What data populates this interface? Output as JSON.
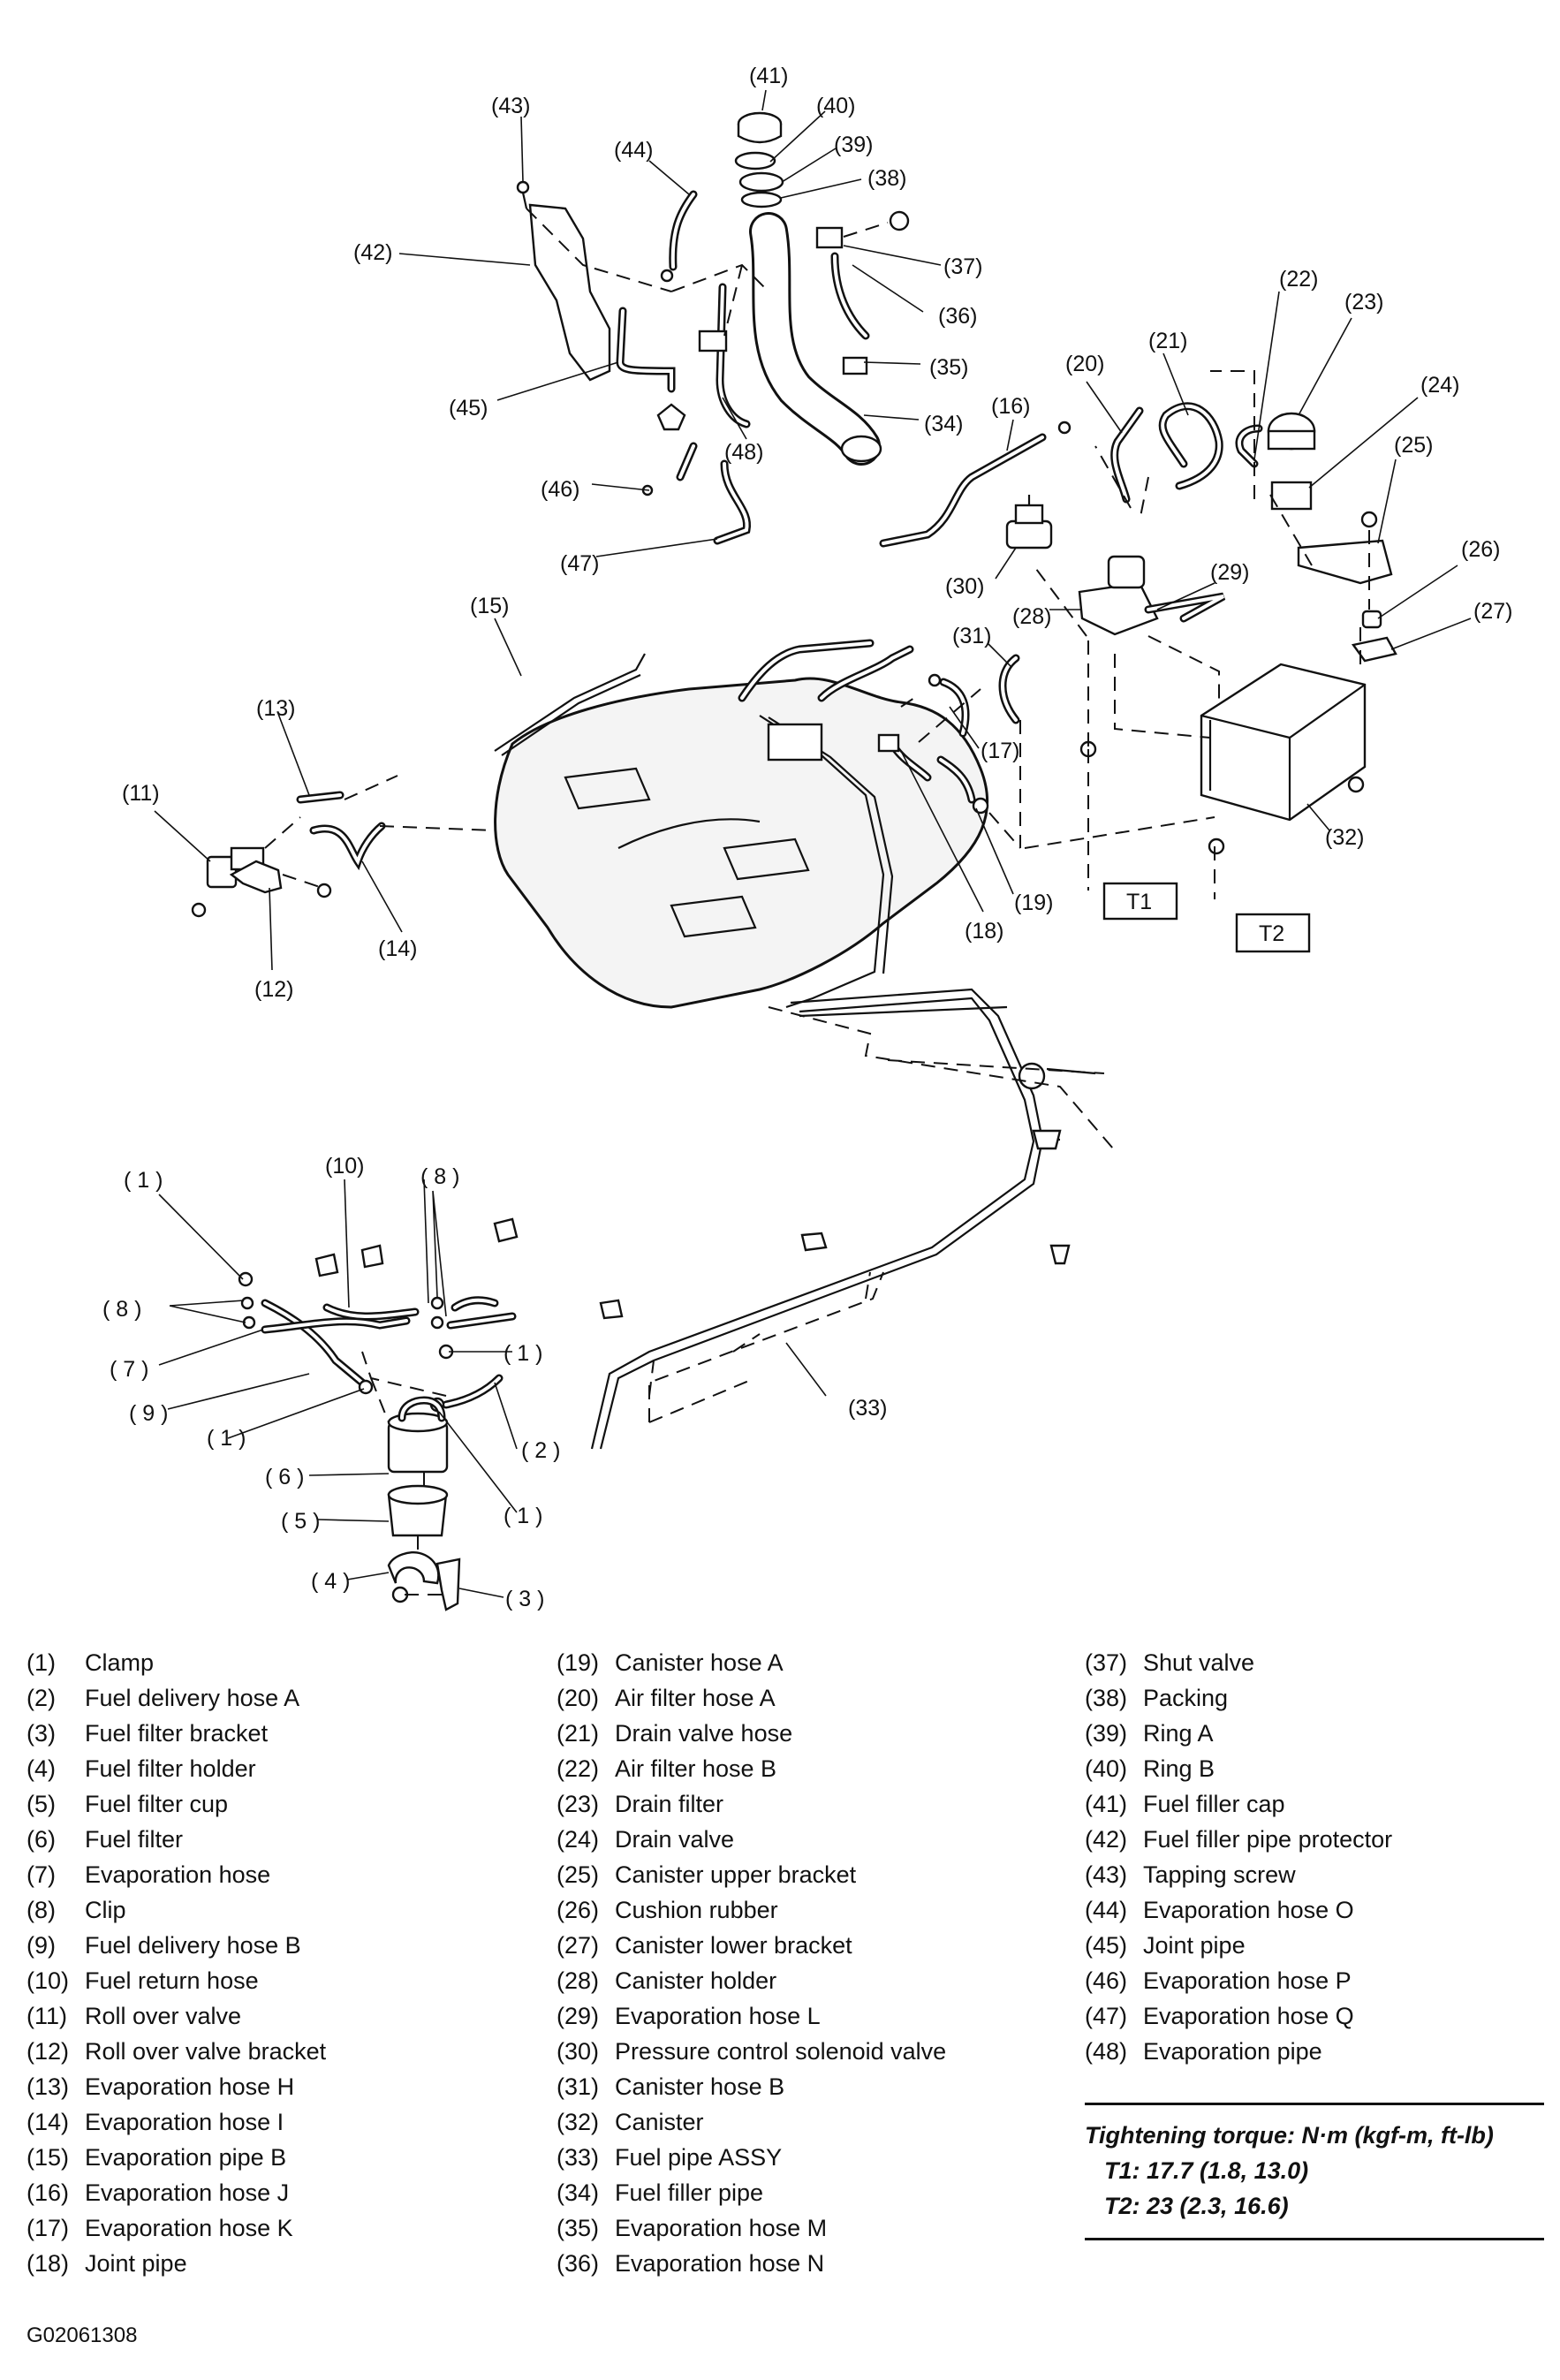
{
  "figure_code": "G02061308",
  "callouts": {
    "c41": "(41)",
    "c40": "(40)",
    "c43": "(43)",
    "c39": "(39)",
    "c44": "(44)",
    "c38": "(38)",
    "c42": "(42)",
    "c37": "(37)",
    "c22": "(22)",
    "c23": "(23)",
    "c36": "(36)",
    "c21": "(21)",
    "c20": "(20)",
    "c35": "(35)",
    "c24": "(24)",
    "c45": "(45)",
    "c48": "(48)",
    "c34": "(34)",
    "c16": "(16)",
    "c25": "(25)",
    "c46": "(46)",
    "c47": "(47)",
    "c30": "(30)",
    "c26": "(26)",
    "c29": "(29)",
    "c28": "(28)",
    "c15": "(15)",
    "c27": "(27)",
    "c31": "(31)",
    "c13": "(13)",
    "c17": "(17)",
    "c11": "(11)",
    "c32": "(32)",
    "c19": "(19)",
    "c14": "(14)",
    "c18": "(18)",
    "c12": "(12)",
    "c10": "(10)",
    "c1a": "( 1 )",
    "c8a": "( 8 )",
    "c8b": "( 8 )",
    "c7": "( 7 )",
    "c1b": "( 1 )",
    "c9": "( 9 )",
    "c1c": "( 1 )",
    "c2": "( 2 )",
    "c33": "(33)",
    "c6": "( 6 )",
    "c5": "( 5 )",
    "c1d": "( 1 )",
    "c4": "( 4 )",
    "c3": "( 3 )"
  },
  "boxes": {
    "t1": "T1",
    "t2": "T2"
  },
  "legend": [
    {
      "num": "(1)",
      "label": "Clamp"
    },
    {
      "num": "(2)",
      "label": "Fuel delivery hose A"
    },
    {
      "num": "(3)",
      "label": "Fuel filter bracket"
    },
    {
      "num": "(4)",
      "label": "Fuel filter holder"
    },
    {
      "num": "(5)",
      "label": "Fuel filter cup"
    },
    {
      "num": "(6)",
      "label": "Fuel filter"
    },
    {
      "num": "(7)",
      "label": "Evaporation hose"
    },
    {
      "num": "(8)",
      "label": "Clip"
    },
    {
      "num": "(9)",
      "label": "Fuel delivery hose B"
    },
    {
      "num": "(10)",
      "label": "Fuel return hose"
    },
    {
      "num": "(11)",
      "label": "Roll over valve"
    },
    {
      "num": "(12)",
      "label": "Roll over valve bracket"
    },
    {
      "num": "(13)",
      "label": "Evaporation hose H"
    },
    {
      "num": "(14)",
      "label": "Evaporation hose I"
    },
    {
      "num": "(15)",
      "label": "Evaporation pipe B"
    },
    {
      "num": "(16)",
      "label": "Evaporation hose J"
    },
    {
      "num": "(17)",
      "label": "Evaporation hose K"
    },
    {
      "num": "(18)",
      "label": "Joint pipe"
    },
    {
      "num": "(19)",
      "label": "Canister hose A"
    },
    {
      "num": "(20)",
      "label": "Air filter hose A"
    },
    {
      "num": "(21)",
      "label": "Drain valve hose"
    },
    {
      "num": "(22)",
      "label": "Air filter hose B"
    },
    {
      "num": "(23)",
      "label": "Drain filter"
    },
    {
      "num": "(24)",
      "label": "Drain valve"
    },
    {
      "num": "(25)",
      "label": "Canister upper bracket"
    },
    {
      "num": "(26)",
      "label": "Cushion rubber"
    },
    {
      "num": "(27)",
      "label": "Canister lower bracket"
    },
    {
      "num": "(28)",
      "label": "Canister holder"
    },
    {
      "num": "(29)",
      "label": "Evaporation hose L"
    },
    {
      "num": "(30)",
      "label": "Pressure control solenoid valve"
    },
    {
      "num": "(31)",
      "label": "Canister hose B"
    },
    {
      "num": "(32)",
      "label": "Canister"
    },
    {
      "num": "(33)",
      "label": "Fuel pipe ASSY"
    },
    {
      "num": "(34)",
      "label": "Fuel filler pipe"
    },
    {
      "num": "(35)",
      "label": "Evaporation hose M"
    },
    {
      "num": "(36)",
      "label": "Evaporation hose N"
    },
    {
      "num": "(37)",
      "label": "Shut valve"
    },
    {
      "num": "(38)",
      "label": "Packing"
    },
    {
      "num": "(39)",
      "label": "Ring A"
    },
    {
      "num": "(40)",
      "label": "Ring B"
    },
    {
      "num": "(41)",
      "label": "Fuel filler cap"
    },
    {
      "num": "(42)",
      "label": "Fuel filler pipe protector"
    },
    {
      "num": "(43)",
      "label": "Tapping screw"
    },
    {
      "num": "(44)",
      "label": "Evaporation hose O"
    },
    {
      "num": "(45)",
      "label": "Joint pipe"
    },
    {
      "num": "(46)",
      "label": "Evaporation hose P"
    },
    {
      "num": "(47)",
      "label": "Evaporation hose Q"
    },
    {
      "num": "(48)",
      "label": "Evaporation pipe"
    }
  ],
  "torque": {
    "heading": "Tightening torque: N·m (kgf-m, ft-lb)",
    "t1": "T1: 17.7 (1.8, 13.0)",
    "t2": "T2: 23 (2.3, 16.6)"
  }
}
